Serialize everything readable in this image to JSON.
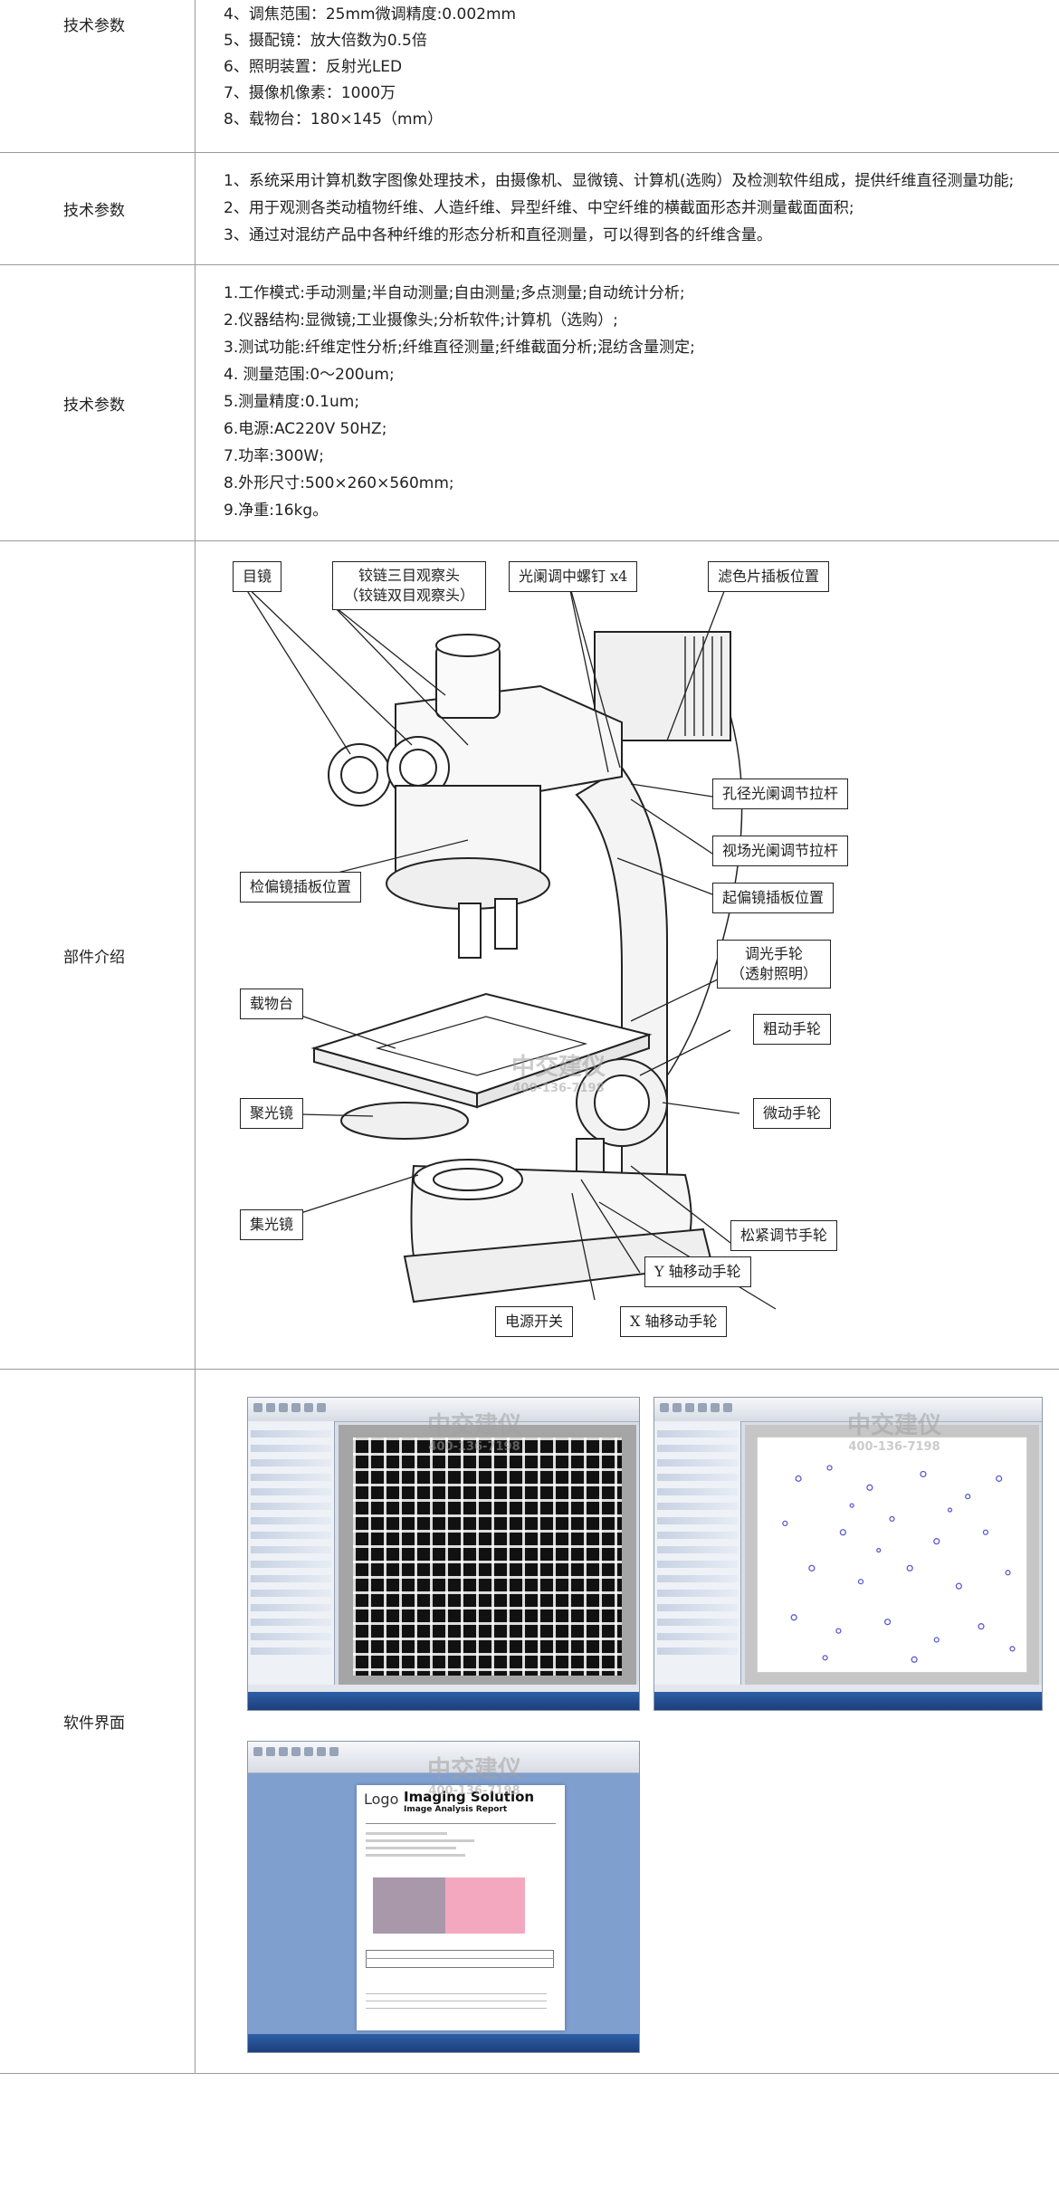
{
  "rows": [
    {
      "label": "技术参数",
      "lines": [
        "4、调焦范围：25mm微调精度:0.002mm",
        "5、摄配镜：放大倍数为0.5倍",
        "6、照明装置：反射光LED",
        "7、摄像机像素：1000万",
        "8、载物台：180×145（mm）"
      ]
    },
    {
      "label": "技术参数",
      "lines": [
        "1、系统采用计算机数字图像处理技术，由摄像机、显微镜、计算机(选购）及检测软件组成，提供纤维直径测量功能;",
        "2、用于观测各类动植物纤维、人造纤维、异型纤维、中空纤维的横截面形态并测量截面面积;",
        "3、通过对混纺产品中各种纤维的形态分析和直径测量，可以得到各的纤维含量。"
      ]
    },
    {
      "label": "技术参数",
      "lines": [
        "1.工作模式:手动测量;半自动测量;自由测量;多点测量;自动统计分析;",
        "2.仪器结构:显微镜;工业摄像头;分析软件;计算机（选购）;",
        "3.测试功能:纤维定性分析;纤维直径测量;纤维截面分析;混纺含量测定;",
        "4. 测量范围:0～200um;",
        "5.测量精度:0.1um;",
        "6.电源:AC220V 50HZ;",
        "7.功率:300W;",
        "8.外形尺寸:500×260×560mm;",
        "9.净重:16kg。"
      ]
    },
    {
      "label": "部件介绍"
    },
    {
      "label": "软件界面"
    }
  ],
  "diagram": {
    "callouts": {
      "eyepiece": "目镜",
      "hinged_head_1": "铰链三目观察头",
      "hinged_head_2": "（铰链双目观察头）",
      "aperture_screw": "光阑调中螺钉 x4",
      "filter_slot": "滤色片插板位置",
      "aperture_lever": "孔径光阑调节拉杆",
      "field_lever": "视场光阑调节拉杆",
      "analyzer_slot": "检偏镜插板位置",
      "polarizer_slot": "起偏镜插板位置",
      "dimmer_1": "调光手轮",
      "dimmer_2": "（透射照明）",
      "stage": "载物台",
      "coarse": "粗动手轮",
      "condenser": "聚光镜",
      "fine": "微动手轮",
      "collector": "集光镜",
      "tension": "松紧调节手轮",
      "y_knob": "Y 轴移动手轮",
      "power": "电源开关",
      "x_knob": "X 轴移动手轮"
    },
    "watermark_logo": "中交建仪",
    "watermark_phone": "400-136-7198"
  },
  "report": {
    "logo": "Logo",
    "title": "Imaging Solution",
    "subtitle": "Image Analysis Report"
  }
}
